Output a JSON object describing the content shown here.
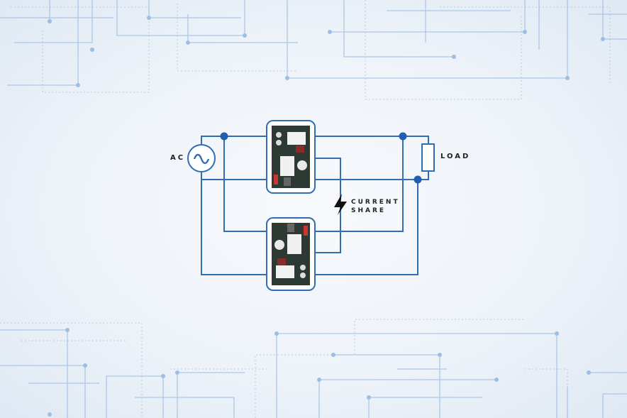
{
  "labels": {
    "ac": "AC",
    "load": "LOAD",
    "current_share_line1": "CURRENT",
    "current_share_line2": "SHARE"
  },
  "colors": {
    "wire": "#2f6db5",
    "node": "#1f5fae",
    "trace": "#8fb2dc"
  }
}
